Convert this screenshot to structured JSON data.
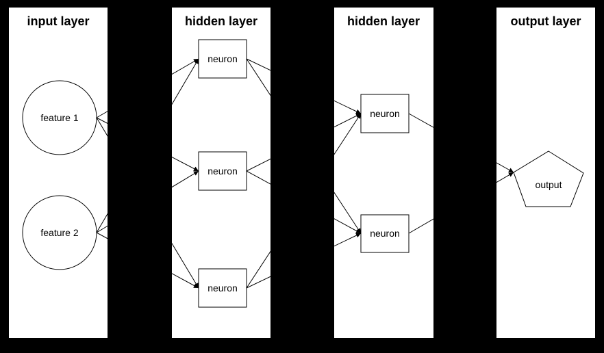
{
  "diagram": {
    "type": "neural-network-layer-diagram",
    "colors": {
      "background": "#000000",
      "panel": "#ffffff",
      "stroke": "#000000",
      "text": "#000000"
    },
    "layers": [
      {
        "title": "input layer",
        "nodes": [
          {
            "id": "feature1",
            "label": "feature 1",
            "shape": "circle"
          },
          {
            "id": "feature2",
            "label": "feature 2",
            "shape": "circle"
          }
        ]
      },
      {
        "title": "hidden layer",
        "nodes": [
          {
            "id": "h1n1",
            "label": "neuron",
            "shape": "rect"
          },
          {
            "id": "h1n2",
            "label": "neuron",
            "shape": "rect"
          },
          {
            "id": "h1n3",
            "label": "neuron",
            "shape": "rect"
          }
        ]
      },
      {
        "title": "hidden layer",
        "nodes": [
          {
            "id": "h2n1",
            "label": "neuron",
            "shape": "rect"
          },
          {
            "id": "h2n2",
            "label": "neuron",
            "shape": "rect"
          }
        ]
      },
      {
        "title": "output layer",
        "nodes": [
          {
            "id": "output",
            "label": "output",
            "shape": "pentagon"
          }
        ]
      }
    ],
    "edges": [
      {
        "from": "feature1",
        "to": "h1n1"
      },
      {
        "from": "feature1",
        "to": "h1n2"
      },
      {
        "from": "feature1",
        "to": "h1n3"
      },
      {
        "from": "feature2",
        "to": "h1n1"
      },
      {
        "from": "feature2",
        "to": "h1n2"
      },
      {
        "from": "feature2",
        "to": "h1n3"
      },
      {
        "from": "h1n1",
        "to": "h2n1"
      },
      {
        "from": "h1n1",
        "to": "h2n2"
      },
      {
        "from": "h1n2",
        "to": "h2n1"
      },
      {
        "from": "h1n2",
        "to": "h2n2"
      },
      {
        "from": "h1n3",
        "to": "h2n1"
      },
      {
        "from": "h1n3",
        "to": "h2n2"
      },
      {
        "from": "h2n1",
        "to": "output"
      },
      {
        "from": "h2n2",
        "to": "output"
      }
    ]
  }
}
